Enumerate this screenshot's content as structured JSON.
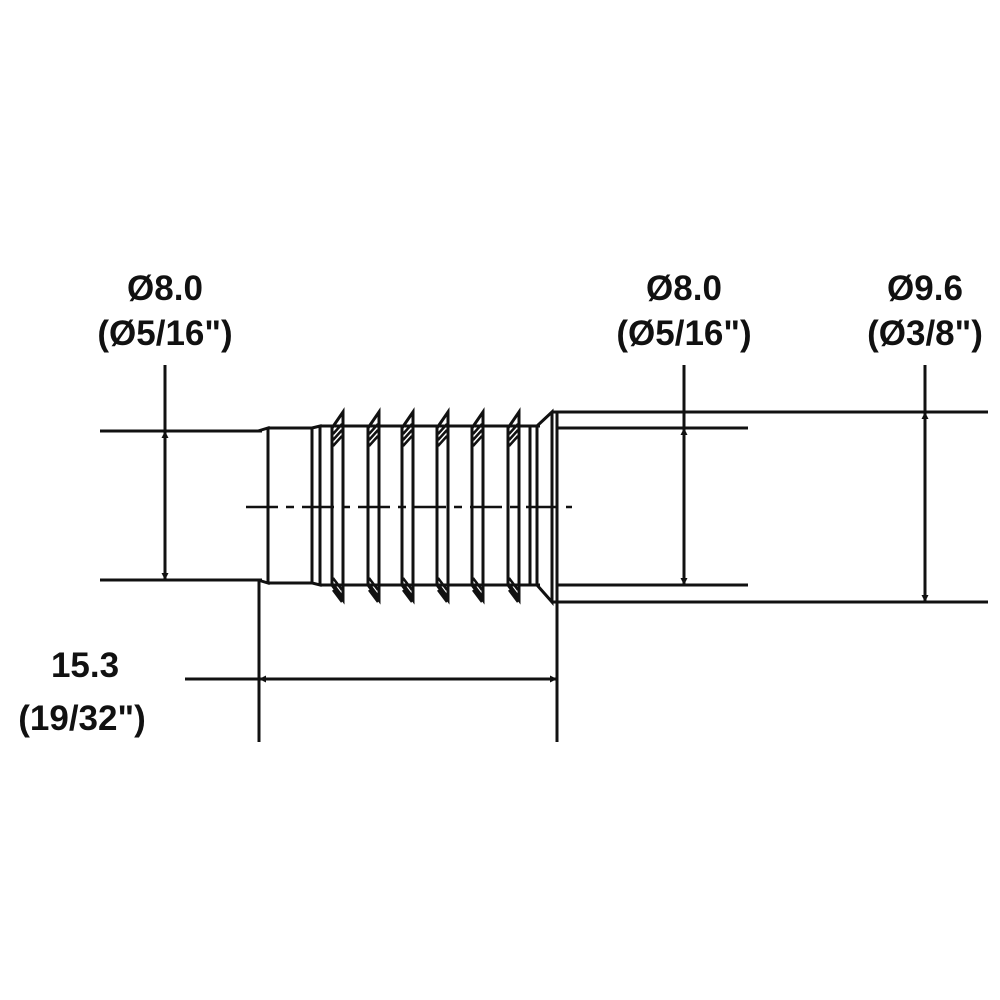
{
  "dimensions": {
    "left_diameter": {
      "metric": "Ø8.0",
      "imperial": "(Ø5/16\")"
    },
    "middle_diameter": {
      "metric": "Ø8.0",
      "imperial": "(Ø5/16\")"
    },
    "right_diameter": {
      "metric": "Ø9.6",
      "imperial": "(Ø3/8\")"
    },
    "length": {
      "metric": "15.3",
      "imperial": "(19/32\")"
    }
  },
  "colors": {
    "line": "#111111",
    "background": "#ffffff"
  }
}
